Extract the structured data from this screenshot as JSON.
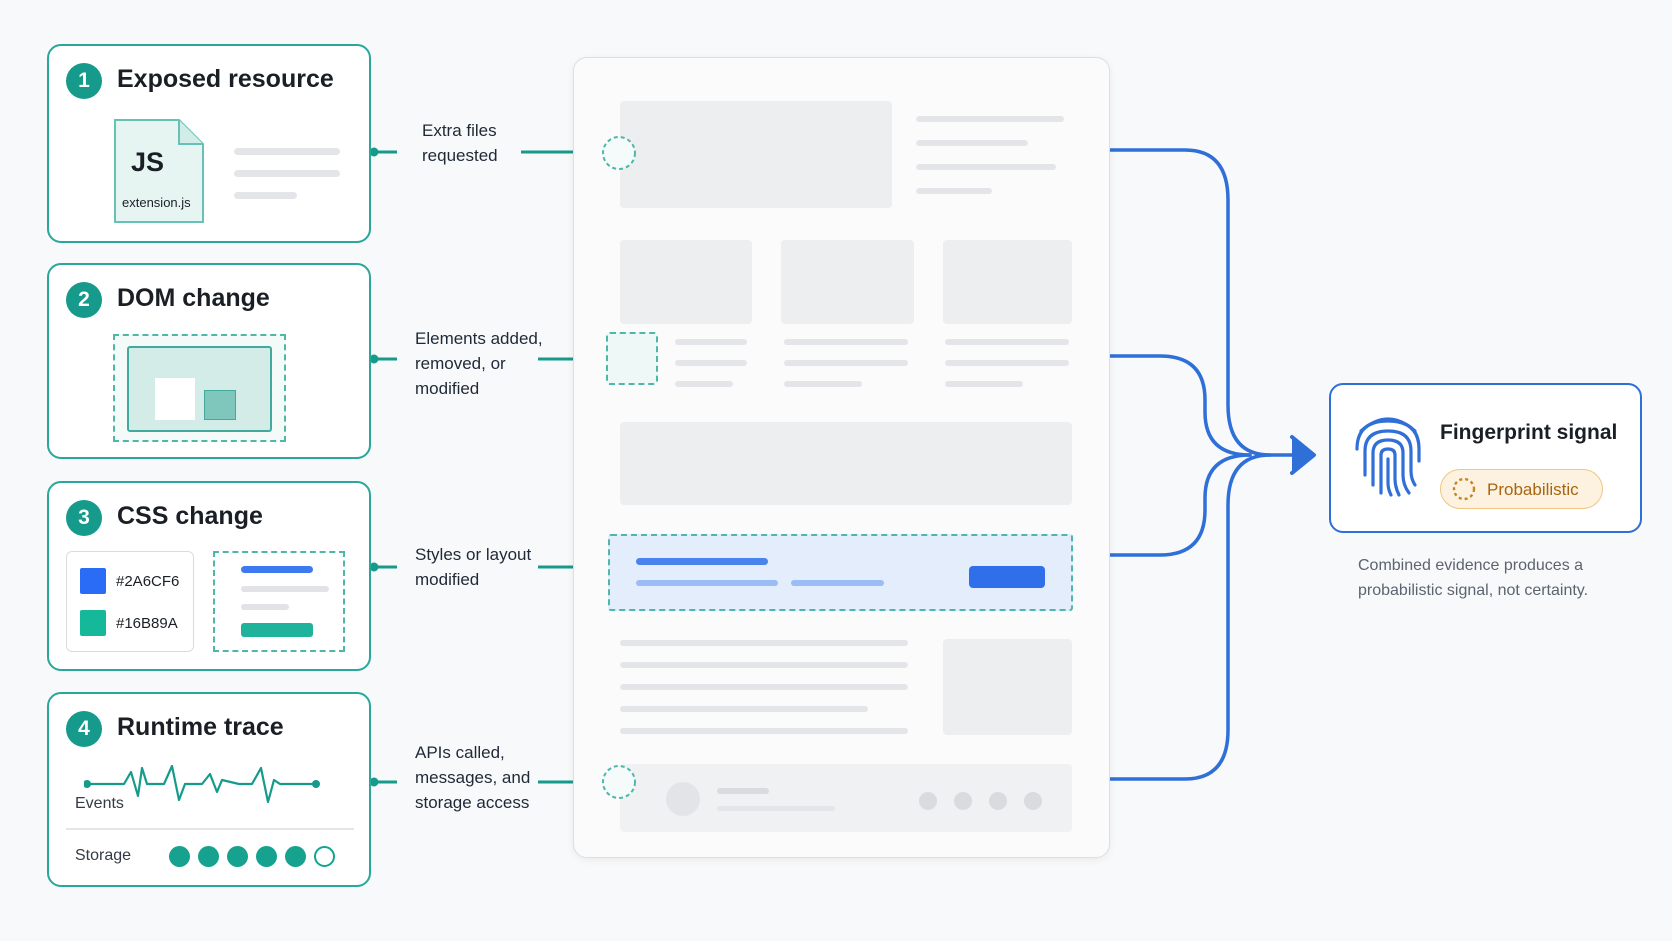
{
  "cards": [
    {
      "number": "1",
      "title": "Exposed resource",
      "file_badge": "JS",
      "file_name": "extension.js"
    },
    {
      "number": "2",
      "title": "DOM change"
    },
    {
      "number": "3",
      "title": "CSS change",
      "swatches": [
        {
          "color": "#2A6CF6",
          "label": "#2A6CF6"
        },
        {
          "color": "#16B89A",
          "label": "#16B89A"
        }
      ]
    },
    {
      "number": "4",
      "title": "Runtime trace",
      "events_label": "Events",
      "storage_label": "Storage",
      "storage_filled": 5,
      "storage_total": 6
    }
  ],
  "connectors": [
    "Extra files\nrequested",
    "Elements added,\nremoved, or\nmodified",
    "Styles or layout\nmodified",
    "APIs called,\nmessages, and\nstorage access"
  ],
  "result": {
    "title": "Fingerprint signal",
    "badge": "Probabilistic",
    "caption": "Combined evidence produces a\nprobabilistic signal, not certainty."
  },
  "colors": {
    "teal": "#169a8c",
    "blue": "#2f6fd8",
    "swatch_blue": "#2A6CF6",
    "swatch_teal": "#16B89A",
    "badge_amber": "#a76512"
  },
  "icons": [
    "js-file-icon",
    "fingerprint-icon",
    "dashed-circle-icon",
    "arrow-right-icon"
  ]
}
